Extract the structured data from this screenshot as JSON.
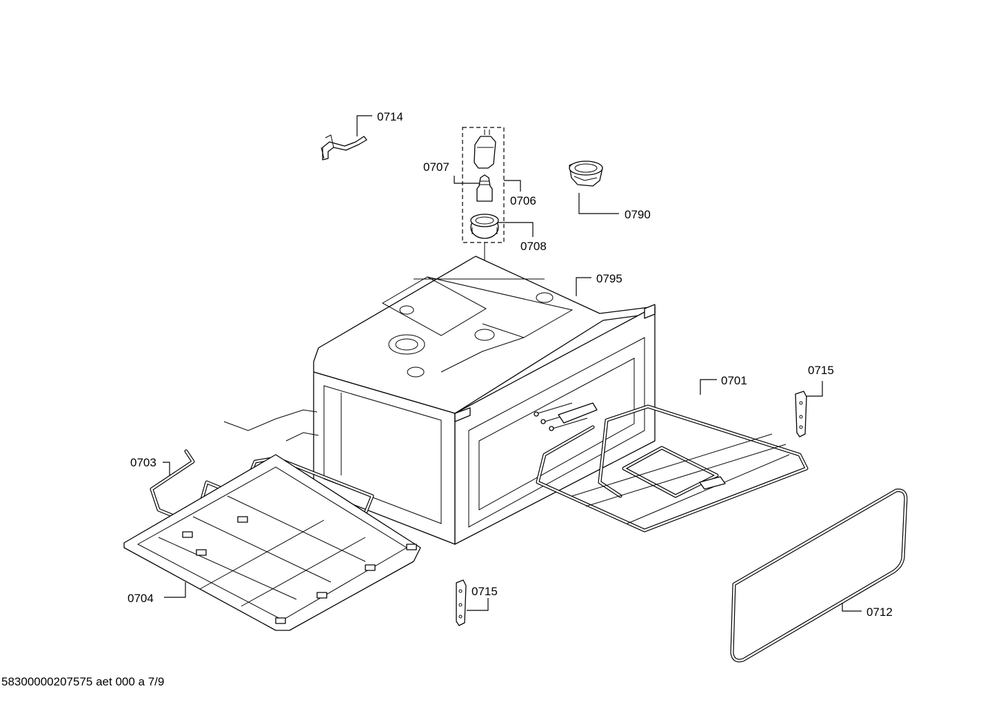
{
  "labels": {
    "p0714": "0714",
    "p0707": "0707",
    "p0706": "0706",
    "p0708": "0708",
    "p0790": "0790",
    "p0795": "0795",
    "p0701": "0701",
    "p0715a": "0715",
    "p0703": "0703",
    "p0704": "0704",
    "p0715b": "0715",
    "p0712": "0712"
  },
  "footer": "58300000207575 aet 000 a 7/9"
}
